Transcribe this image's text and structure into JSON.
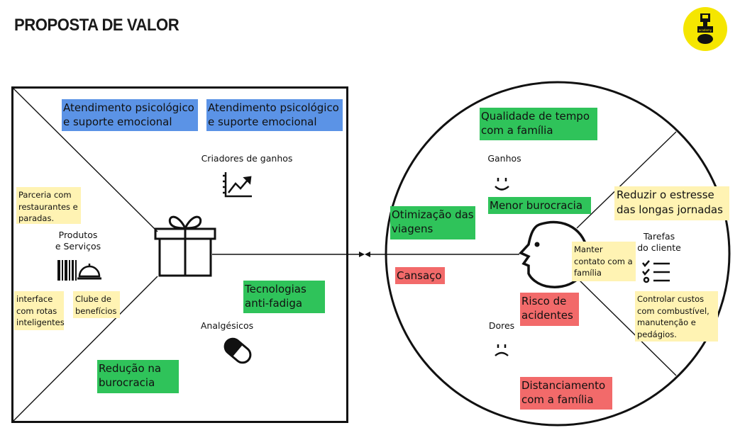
{
  "header": {
    "title": "PROPOSTA DE VALOR",
    "logo_icon": "academy-badge-icon",
    "logo_color": "#f5e600"
  },
  "value_map": {
    "labels": {
      "gain_creators": "Criadores de ganhos",
      "products": "Produtos\ne Serviços",
      "pain_relievers": "Analgésicos"
    },
    "gain_creators": [
      "Atendimento psicológico e suporte emocional",
      "Atendimento psicológico e suporte emocional"
    ],
    "products": [
      "Parceria com restaurantes e paradas.",
      "interface com rotas inteligentes",
      "Clube de benefícios"
    ],
    "pain_relievers": [
      "Tecnologias anti-fadiga",
      "Redução na burocracia"
    ]
  },
  "customer_profile": {
    "labels": {
      "gains": "Ganhos",
      "jobs": "Tarefas\ndo cliente",
      "pains": "Dores"
    },
    "gains": [
      "Qualidade de tempo com a família",
      "Menor burocracia",
      "Otimização das viagens"
    ],
    "jobs": [
      "Reduzir o estresse das longas jornadas",
      "Manter contato com a família",
      "Controlar custos com combustível, manutenção e pedágios."
    ],
    "pains": [
      "Cansaço",
      "Risco de acidentes",
      "Distanciamento com a família"
    ]
  },
  "colors": {
    "blue": "#5b93e6",
    "green": "#2fc35a",
    "red": "#f26a6a",
    "yellow": "#fff3b3"
  },
  "icons": [
    "gift-icon",
    "growth-chart-icon",
    "pill-icon",
    "barcode-service-bell-icon",
    "smiley-icon",
    "sad-face-icon",
    "checklist-icon",
    "customer-face-icon"
  ]
}
